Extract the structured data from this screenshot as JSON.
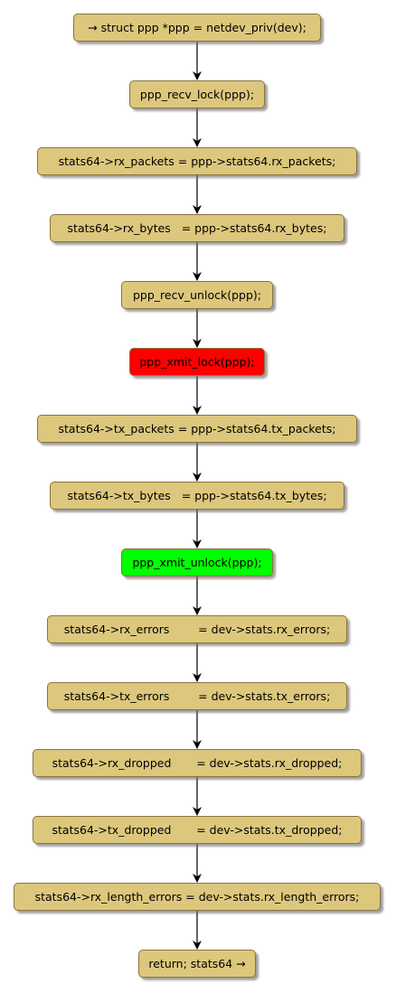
{
  "diagram": {
    "type": "flowchart",
    "colors": {
      "default_fill": "#dcc77c",
      "highlight_red": "#ff0000",
      "highlight_green": "#00ff00",
      "border": "#8a7440",
      "arrow": "#000000"
    },
    "nodes": [
      {
        "id": "n0",
        "text": "→ struct ppp *ppp = netdev_priv(dev);",
        "fill": "#dcc77c"
      },
      {
        "id": "n1",
        "text": "ppp_recv_lock(ppp);",
        "fill": "#dcc77c"
      },
      {
        "id": "n2",
        "text": "stats64->rx_packets = ppp->stats64.rx_packets;",
        "fill": "#dcc77c"
      },
      {
        "id": "n3",
        "text": "stats64->rx_bytes   = ppp->stats64.rx_bytes;",
        "fill": "#dcc77c"
      },
      {
        "id": "n4",
        "text": "ppp_recv_unlock(ppp);",
        "fill": "#dcc77c"
      },
      {
        "id": "n5",
        "text": "ppp_xmit_lock(ppp);",
        "fill": "#ff0000"
      },
      {
        "id": "n6",
        "text": "stats64->tx_packets = ppp->stats64.tx_packets;",
        "fill": "#dcc77c"
      },
      {
        "id": "n7",
        "text": "stats64->tx_bytes   = ppp->stats64.tx_bytes;",
        "fill": "#dcc77c"
      },
      {
        "id": "n8",
        "text": "ppp_xmit_unlock(ppp);",
        "fill": "#00ff00"
      },
      {
        "id": "n9",
        "text": "stats64->rx_errors        = dev->stats.rx_errors;",
        "fill": "#dcc77c"
      },
      {
        "id": "n10",
        "text": "stats64->tx_errors        = dev->stats.tx_errors;",
        "fill": "#dcc77c"
      },
      {
        "id": "n11",
        "text": "stats64->rx_dropped       = dev->stats.rx_dropped;",
        "fill": "#dcc77c"
      },
      {
        "id": "n12",
        "text": "stats64->tx_dropped       = dev->stats.tx_dropped;",
        "fill": "#dcc77c"
      },
      {
        "id": "n13",
        "text": "stats64->rx_length_errors = dev->stats.rx_length_errors;",
        "fill": "#dcc77c"
      },
      {
        "id": "n14",
        "text": "return; stats64 →",
        "fill": "#dcc77c"
      }
    ]
  }
}
